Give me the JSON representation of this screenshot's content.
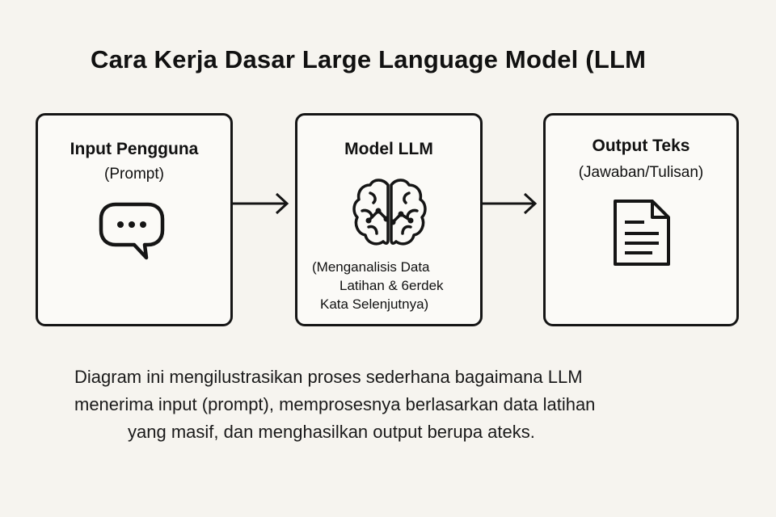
{
  "title": "Cara Kerja Dasar Large Language Model (LLM",
  "boxes": {
    "input": {
      "title": "Input Pengguna",
      "subtitle": "(Prompt)",
      "icon": "chat-bubble-icon"
    },
    "model": {
      "title": "Model LLM",
      "icon": "brain-icon",
      "description": [
        "(Menganalisis  Data",
        "Latihan & 6erdek",
        "Kata Selenjutnya)"
      ]
    },
    "output": {
      "title": "Output Teks",
      "subtitle": "(Jawaban/Tulisan)",
      "icon": "document-icon"
    }
  },
  "caption": [
    "Diagram ini mengilustrasikan proses sederhana bagaimana LLM",
    "menerima input (prompt), memprosesnya berlasarkan data latihan",
    "yang masif, dan menghasilkan output berupa ateks."
  ],
  "colors": {
    "background": "#f6f4ef",
    "ink": "#151515",
    "box_fill": "#fbfaf7"
  }
}
